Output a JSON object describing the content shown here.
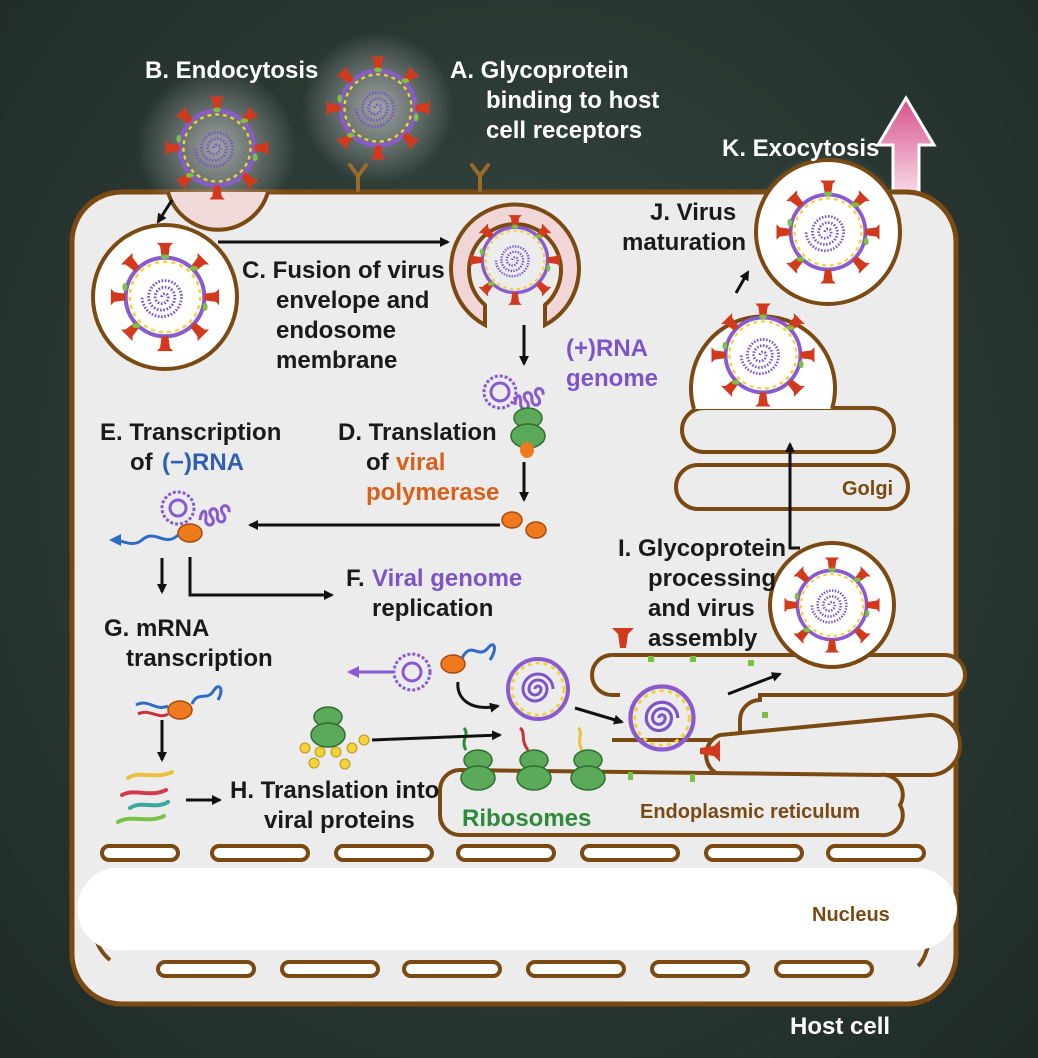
{
  "labels": {
    "endocytosis": "B. Endocytosis",
    "glyco_line1": "A. Glycoprotein",
    "glyco_line2": "binding to host",
    "glyco_line3": "cell receptors",
    "exocytosis": "K. Exocytosis",
    "maturation_line1": "J. Virus",
    "maturation_line2": "maturation",
    "fusion_line1": "C. Fusion of virus",
    "fusion_line2": "envelope and",
    "fusion_line3": "endosome",
    "fusion_line4": "membrane",
    "rna_genome_line1": "(+)RNA",
    "rna_genome_line2": "genome",
    "transcription_line1": "E. Transcription",
    "transcription_of": "of",
    "transcription_rna": "(−)RNA",
    "translation_line1": "D. Translation",
    "translation_of": "of",
    "translation_viral": "viral",
    "translation_polymerase": "polymerase",
    "golgi": "Golgi",
    "glycoprocessing_line1": "I. Glycoprotein",
    "glycoprocessing_line2": "processing",
    "glycoprocessing_line3": "and virus",
    "glycoprocessing_line4": "assembly",
    "replication_prefix": "F.",
    "replication_colored": "Viral genome",
    "replication_line2": "replication",
    "mrna_line1": "G. mRNA",
    "mrna_line2": "transcription",
    "h_line1": "H. Translation into",
    "h_line2": "viral proteins",
    "ribosomes": "Ribosomes",
    "er": "Endoplasmic reticulum",
    "nucleus": "Nucleus",
    "host_cell": "Host cell"
  },
  "colors": {
    "cell_fill": "#ececec",
    "membrane": "#7a4a12",
    "spike": "#d23a1e",
    "envelope": "#8a5ad0",
    "capsid_yellow": "#f2d33a",
    "ribosome": "#5aaa5a",
    "polymerase": "#ef7a1e",
    "exit_arrow": "#e07aa8"
  }
}
